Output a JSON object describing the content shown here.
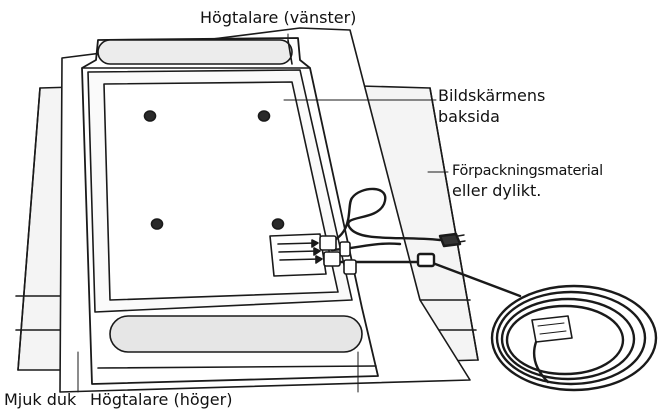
{
  "labels": {
    "speaker_left": "Högtalare (vänster)",
    "screen_back_line1": "Bildskärmens",
    "screen_back_line2": "baksida",
    "packing_line1": "Förpackningsmaterial",
    "packing_line2": "eller dylikt.",
    "soft_cloth": "Mjuk duk",
    "speaker_right": "Högtalare (höger)"
  },
  "colors": {
    "line": "#1a1a1a",
    "fill": "#ffffff",
    "shade": "#e6e6e6",
    "screw": "#2a2a2a"
  }
}
